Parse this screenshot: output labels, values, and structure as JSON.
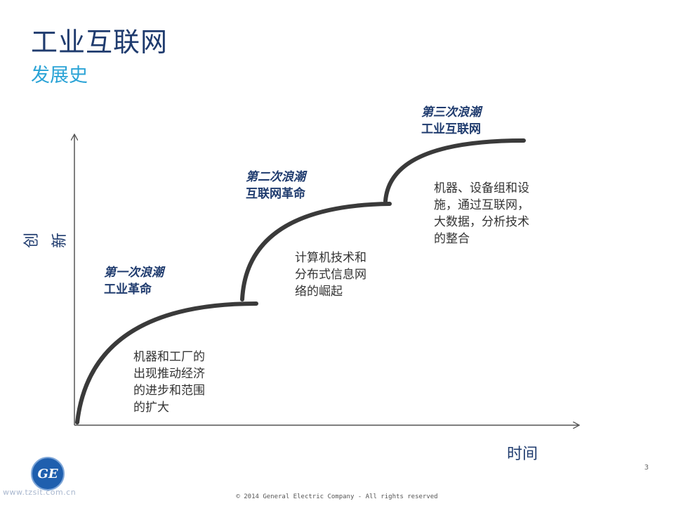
{
  "header": {
    "title": "工业互联网",
    "subtitle": "发展史"
  },
  "axes": {
    "y_label": "创新",
    "x_label": "时间"
  },
  "waves": [
    {
      "name": "第一次浪潮",
      "sub": "工业革命",
      "desc": [
        "机器和工厂的",
        "出现推动经济",
        "的进步和范围",
        "的扩大"
      ]
    },
    {
      "name": "第二次浪潮",
      "sub": "互联网革命",
      "desc": [
        "计算机技术和",
        "分布式信息网",
        "络的崛起"
      ]
    },
    {
      "name": "第三次浪潮",
      "sub": "工业互联网",
      "desc": [
        "机器、设备组和设",
        "施，通过互联网，",
        "大数据，分析技术",
        "的整合"
      ]
    }
  ],
  "colors": {
    "title": "#1f3b6e",
    "subtitle": "#2aa3d6",
    "curve": "#3a3a3a",
    "axis": "#555555"
  },
  "footer": {
    "page_number": "3",
    "copyright": "© 2014 General Electric Company - All rights reserved",
    "logo_text": "GE",
    "logo_icon": "ge-logo-icon",
    "watermark": "www.tzsit.com.cn"
  }
}
